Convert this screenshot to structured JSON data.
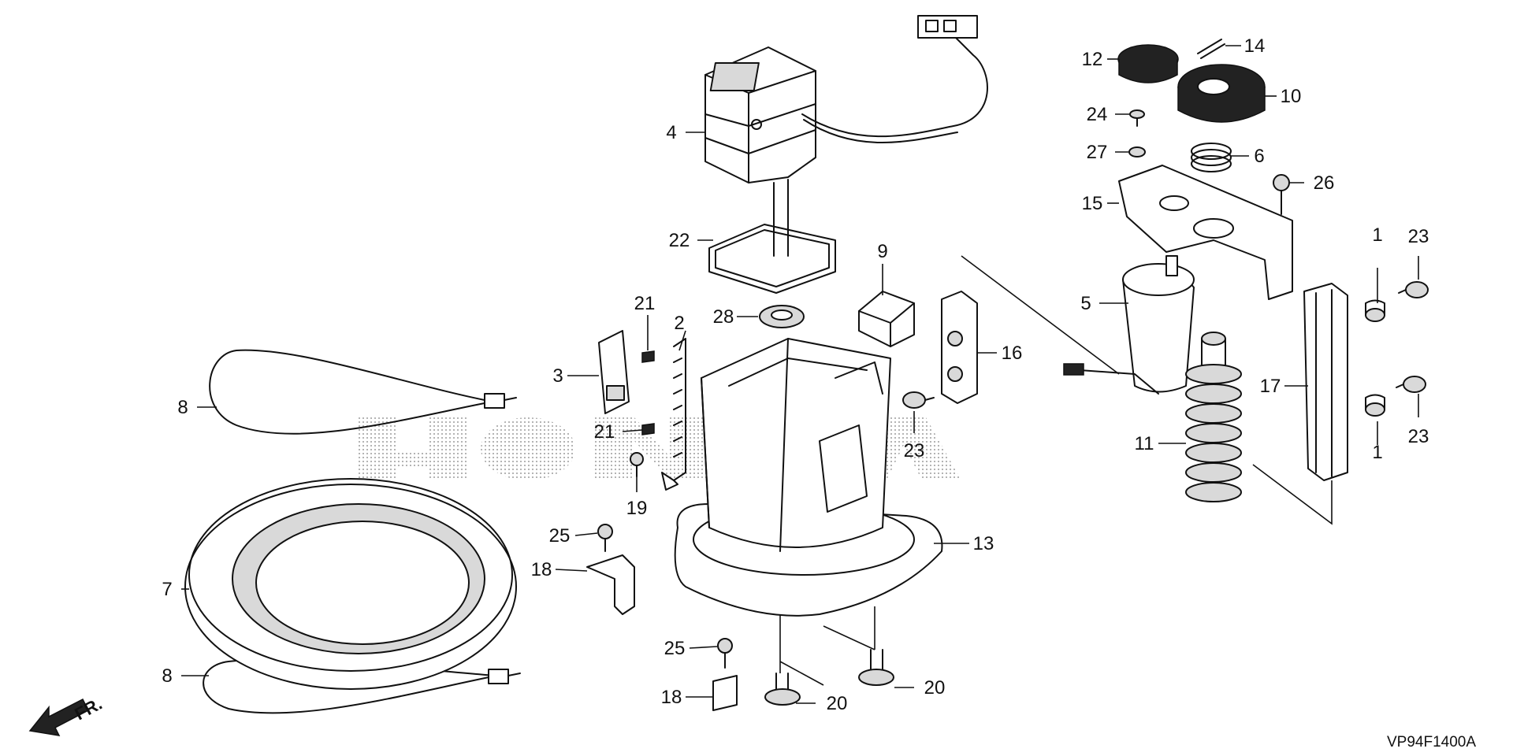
{
  "diagram": {
    "code": "VP94F1400A",
    "direction_label": "FR.",
    "watermark": "HONDA",
    "callouts": [
      {
        "id": "c1a",
        "label": "1"
      },
      {
        "id": "c1b",
        "label": "1"
      },
      {
        "id": "c2",
        "label": "2"
      },
      {
        "id": "c3",
        "label": "3"
      },
      {
        "id": "c4",
        "label": "4"
      },
      {
        "id": "c5",
        "label": "5"
      },
      {
        "id": "c6",
        "label": "6"
      },
      {
        "id": "c7",
        "label": "7"
      },
      {
        "id": "c8a",
        "label": "8"
      },
      {
        "id": "c8b",
        "label": "8"
      },
      {
        "id": "c9",
        "label": "9"
      },
      {
        "id": "c10",
        "label": "10"
      },
      {
        "id": "c11",
        "label": "11"
      },
      {
        "id": "c12",
        "label": "12"
      },
      {
        "id": "c13",
        "label": "13"
      },
      {
        "id": "c14",
        "label": "14"
      },
      {
        "id": "c15",
        "label": "15"
      },
      {
        "id": "c16",
        "label": "16"
      },
      {
        "id": "c17",
        "label": "17"
      },
      {
        "id": "c18a",
        "label": "18"
      },
      {
        "id": "c18b",
        "label": "18"
      },
      {
        "id": "c19",
        "label": "19"
      },
      {
        "id": "c20a",
        "label": "20"
      },
      {
        "id": "c20b",
        "label": "20"
      },
      {
        "id": "c21a",
        "label": "21"
      },
      {
        "id": "c21b",
        "label": "21"
      },
      {
        "id": "c22",
        "label": "22"
      },
      {
        "id": "c23a",
        "label": "23"
      },
      {
        "id": "c23b",
        "label": "23"
      },
      {
        "id": "c23c",
        "label": "23"
      },
      {
        "id": "c24",
        "label": "24"
      },
      {
        "id": "c25a",
        "label": "25"
      },
      {
        "id": "c25b",
        "label": "25"
      },
      {
        "id": "c26",
        "label": "26"
      },
      {
        "id": "c27",
        "label": "27"
      },
      {
        "id": "c28",
        "label": "28"
      }
    ]
  }
}
